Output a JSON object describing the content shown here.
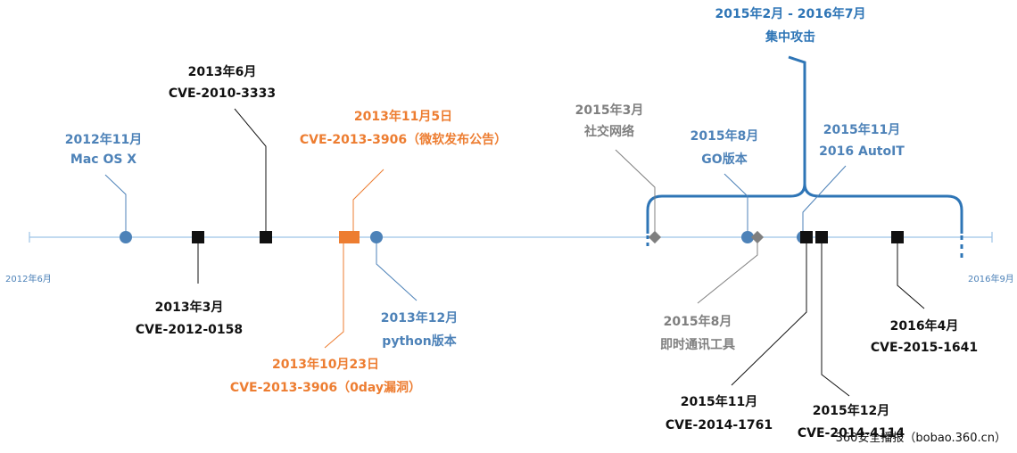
{
  "colors": {
    "blue": "#4d82b8",
    "dark_blue": "#2e75b6",
    "black": "#111111",
    "orange": "#ed7d31",
    "gray": "#7f7f7f",
    "axis": "#9dc3e6"
  },
  "axis": {
    "start_label": "2012年6月",
    "end_label": "2016年9月"
  },
  "bracket": {
    "line1": "2015年2月 - 2016年7月",
    "line2": "集中攻击"
  },
  "events": [
    {
      "id": "e2012-11",
      "line1": "2012年11月",
      "line2": "Mac OS X",
      "color": "blue",
      "marker": "circle"
    },
    {
      "id": "e2013-03",
      "line1": "2013年3月",
      "line2": "CVE-2012-0158",
      "color": "black",
      "marker": "square"
    },
    {
      "id": "e2013-06",
      "line1": "2013年6月",
      "line2": "CVE-2010-3333",
      "color": "black",
      "marker": "square"
    },
    {
      "id": "e2013-10-23",
      "line1": "2013年10月23日",
      "line2": "CVE-2013-3906（0day漏洞）",
      "color": "orange",
      "marker": "rect"
    },
    {
      "id": "e2013-11-05",
      "line1": "2013年11月5日",
      "line2": "CVE-2013-3906（微软发布公告）",
      "color": "orange",
      "marker": "rect"
    },
    {
      "id": "e2013-12",
      "line1": "2013年12月",
      "line2": "python版本",
      "color": "blue",
      "marker": "circle"
    },
    {
      "id": "e2015-03",
      "line1": "2015年3月",
      "line2": "社交网络",
      "color": "gray",
      "marker": "diamond"
    },
    {
      "id": "e2015-08-go",
      "line1": "2015年8月",
      "line2": "GO版本",
      "color": "blue",
      "marker": "circle"
    },
    {
      "id": "e2015-08-im",
      "line1": "2015年8月",
      "line2": "即时通讯工具",
      "color": "gray",
      "marker": "diamond"
    },
    {
      "id": "e2015-11-autoit",
      "line1": "2015年11月",
      "line2": "2016 AutoIT",
      "color": "blue",
      "marker": "circle"
    },
    {
      "id": "e2015-11-cve",
      "line1": "2015年11月",
      "line2": "CVE-2014-1761",
      "color": "black",
      "marker": "square"
    },
    {
      "id": "e2015-12",
      "line1": "2015年12月",
      "line2": "CVE-2014-4114",
      "color": "black",
      "marker": "square"
    },
    {
      "id": "e2016-04",
      "line1": "2016年4月",
      "line2": "CVE-2015-1641",
      "color": "black",
      "marker": "square"
    }
  ],
  "watermark": "360安全播报（bobao.360.cn）"
}
